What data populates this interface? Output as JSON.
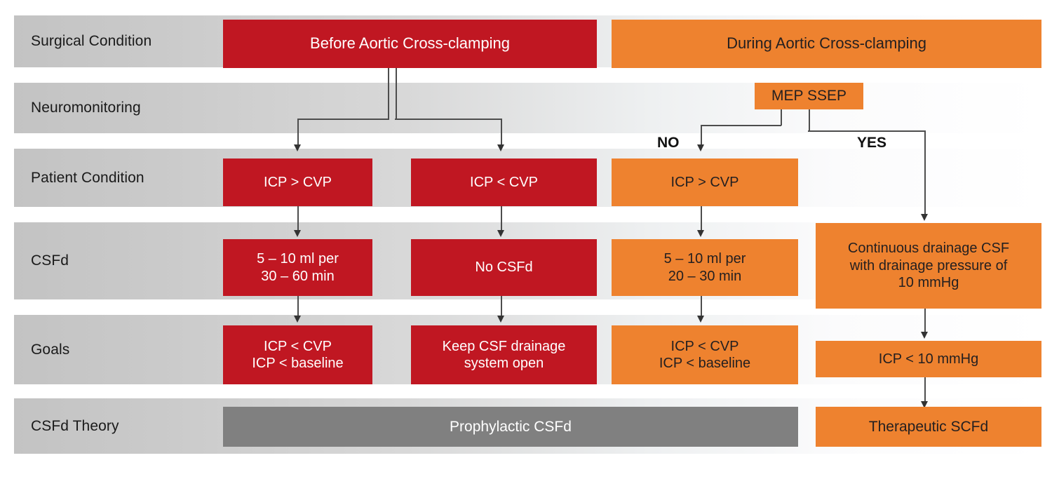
{
  "figure": {
    "type": "flowchart",
    "title": "CSF drainage management during aortic cross-clamping",
    "colors": {
      "red": "#c01722",
      "orange": "#ee822f",
      "gray": "#808080",
      "band_gradient_start": "#c3c3c3",
      "band_gradient_end": "#ffffff",
      "connector": "#4d4d4d"
    }
  },
  "rows": [
    {
      "label": "Surgical Condition"
    },
    {
      "label": "Neuromonitoring"
    },
    {
      "label": "Patient Condition"
    },
    {
      "label": "CSFd"
    },
    {
      "label": "Goals"
    },
    {
      "label": "CSFd Theory"
    }
  ],
  "nodes": {
    "before_cross_clamping": "Before Aortic Cross-clamping",
    "during_cross_clamping": "During Aortic Cross-clamping",
    "mep_ssep": "MEP SSEP",
    "patient_icp_gt_cvp_red": "ICP > CVP",
    "patient_icp_lt_cvp_red": "ICP < CVP",
    "patient_icp_gt_cvp_orange": "ICP > CVP",
    "csfd_5_10_30_60_line1": "5 – 10 ml per",
    "csfd_5_10_30_60_line2": "30 – 60 min",
    "csfd_no_drainage": "No CSFd",
    "csfd_5_10_20_30_line1": "5 – 10 ml per",
    "csfd_5_10_20_30_line2": "20 – 30 min",
    "csfd_continuous_line1": "Continuous drainage CSF",
    "csfd_continuous_line2": "with drainage pressure of",
    "csfd_continuous_line3": "10 mmHg",
    "goals_red_a_line1": "ICP < CVP",
    "goals_red_a_line2": "ICP < baseline",
    "goals_red_b_line1": "Keep CSF drainage",
    "goals_red_b_line2": "system open",
    "goals_orange_a_line1": "ICP < CVP",
    "goals_orange_a_line2": "ICP < baseline",
    "goals_orange_b": "ICP < 10 mmHg",
    "theory_prophylactic": "Prophylactic CSFd",
    "theory_therapeutic": "Therapeutic SCFd"
  },
  "branch_labels": {
    "no": "NO",
    "yes": "YES"
  }
}
